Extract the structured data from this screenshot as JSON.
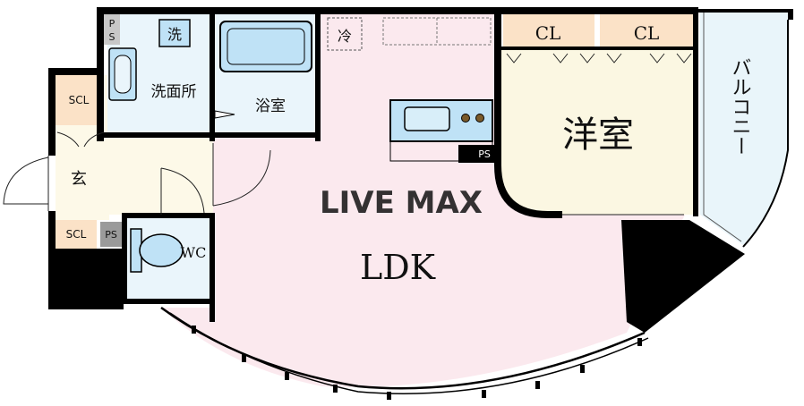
{
  "rooms": {
    "ldk": "LDK",
    "western_room": "洋室",
    "bathroom": "浴室",
    "washroom": "洗面所",
    "entrance": "玄",
    "toilet": "WC",
    "balcony": "バルコニー"
  },
  "storage": {
    "closet_1": "CL",
    "closet_2": "CL",
    "shoe_closet_upper": "SCL",
    "shoe_closet_lower": "SCL"
  },
  "fixtures": {
    "washing_machine": "洗",
    "refrigerator": "冷",
    "ps_top_1": "P",
    "ps_top_2": "S",
    "ps_kitchen": "PS",
    "ps_wc": "PS"
  },
  "watermark": "LIVE MAX",
  "colors": {
    "ldk_floor": "#fbe9ee",
    "western_floor": "#fbf7e2",
    "wet_area": "#eaf5fb",
    "bath_fill": "#bfe2f6",
    "closet": "#fbe2c7",
    "balcony": "#e9f5fa",
    "wall": "#000000",
    "ps_gray": "#9a9a9a"
  }
}
